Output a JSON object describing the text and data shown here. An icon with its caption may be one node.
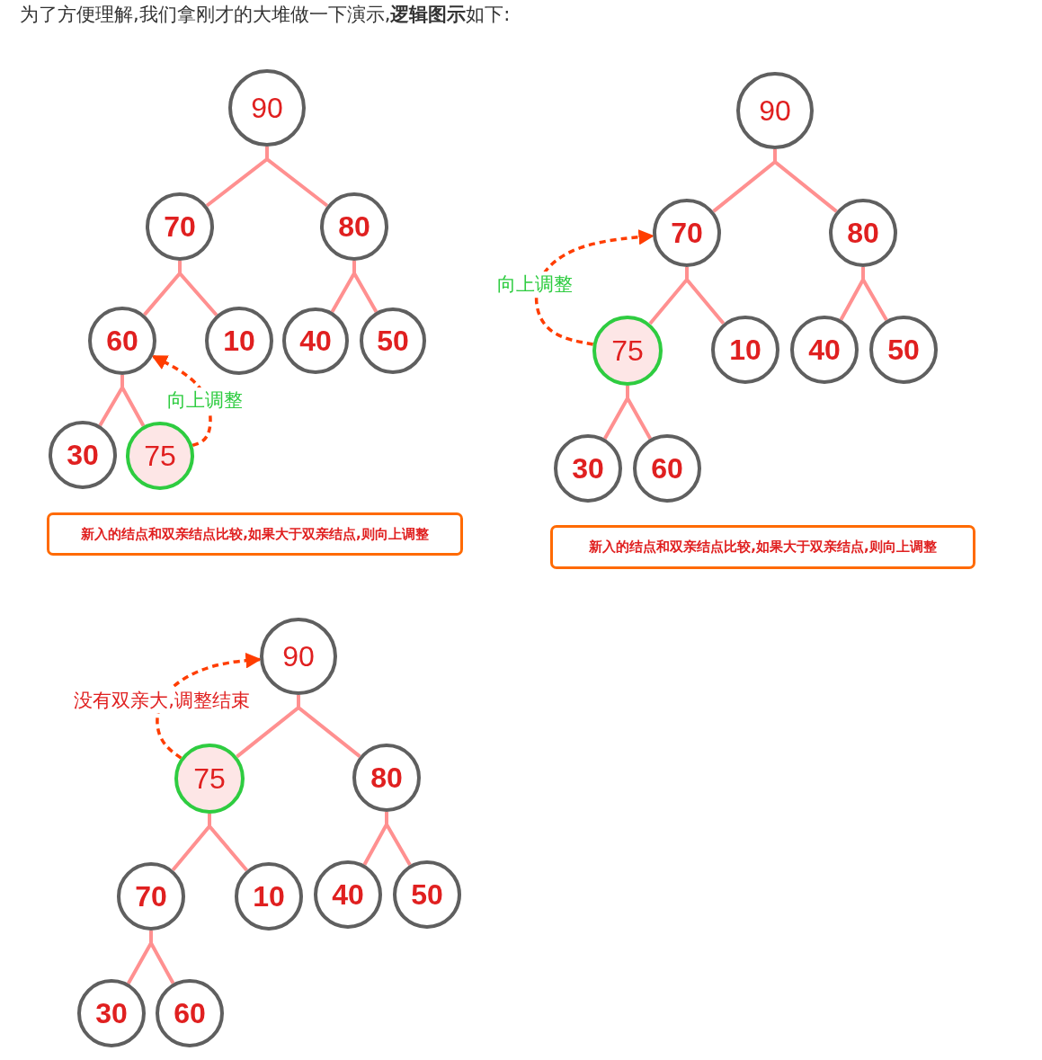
{
  "diagram": {
    "nodes": [
      {
        "text": [
          "90"
        ]
      },
      {
        "text": [
          "70"
        ]
      },
      {
        "text": [
          "80"
        ]
      },
      {
        "text": [
          "60"
        ]
      },
      {
        "text": [
          "10"
        ]
      },
      {
        "text": [
          "40"
        ]
      },
      {
        "text": [
          "50"
        ]
      },
      {
        "text": [
          "30"
        ]
      },
      {
        "text": [
          "75"
        ]
      },
      {
        "text": [
          "新入的结点和双亲结点比较,如果大于双亲结点,则向上调整"
        ]
      },
      {
        "text": [
          "90"
        ]
      },
      {
        "text": [
          "70"
        ]
      },
      {
        "text": [
          "80"
        ]
      },
      {
        "text": [
          "75"
        ]
      },
      {
        "text": [
          "10"
        ]
      },
      {
        "text": [
          "40"
        ]
      },
      {
        "text": [
          "50"
        ]
      },
      {
        "text": [
          "30"
        ]
      },
      {
        "text": [
          "60"
        ]
      },
      {
        "text": [
          "新入的结点和双亲结点比较,如果大于双亲结点,则向上调整"
        ]
      },
      {
        "text": [
          "90"
        ]
      },
      {
        "text": [
          "75"
        ]
      },
      {
        "text": [
          "80"
        ]
      },
      {
        "text": [
          "70"
        ]
      },
      {
        "text": [
          "10"
        ]
      },
      {
        "text": [
          "40"
        ]
      },
      {
        "text": [
          "50"
        ]
      },
      {
        "text": [
          "30"
        ]
      },
      {
        "text": [
          "60"
        ]
      }
    ],
    "edges": [
      {
        "from": 0,
        "to": 1,
        "arrow": "none"
      },
      {
        "from": 0,
        "to": 2,
        "arrow": "none"
      },
      {
        "from": 1,
        "to": 3,
        "arrow": "none"
      },
      {
        "from": 1,
        "to": 4,
        "arrow": "none"
      },
      {
        "from": 2,
        "to": 5,
        "arrow": "none"
      },
      {
        "from": 2,
        "to": 6,
        "arrow": "none"
      },
      {
        "from": 3,
        "to": 7,
        "arrow": "none"
      },
      {
        "from": 3,
        "to": 8,
        "arrow": "none"
      },
      {
        "from": 8,
        "to": 3,
        "arrow": "to",
        "label": "向上调整",
        "style": "dashed",
        "color": "#ff3d00"
      },
      {
        "from": 10,
        "to": 11,
        "arrow": "none"
      },
      {
        "from": 10,
        "to": 12,
        "arrow": "none"
      },
      {
        "from": 11,
        "to": 13,
        "arrow": "none"
      },
      {
        "from": 11,
        "to": 14,
        "arrow": "none"
      },
      {
        "from": 12,
        "to": 15,
        "arrow": "none"
      },
      {
        "from": 12,
        "to": 16,
        "arrow": "none"
      },
      {
        "from": 13,
        "to": 17,
        "arrow": "none"
      },
      {
        "from": 13,
        "to": 18,
        "arrow": "none"
      },
      {
        "from": 13,
        "to": 11,
        "arrow": "to",
        "label": "向上调整",
        "style": "dashed",
        "color": "#ff3d00"
      },
      {
        "from": 20,
        "to": 21,
        "arrow": "none"
      },
      {
        "from": 20,
        "to": 22,
        "arrow": "none"
      },
      {
        "from": 21,
        "to": 23,
        "arrow": "none"
      },
      {
        "from": 21,
        "to": 24,
        "arrow": "none"
      },
      {
        "from": 22,
        "to": 25,
        "arrow": "none"
      },
      {
        "from": 22,
        "to": 26,
        "arrow": "none"
      },
      {
        "from": 23,
        "to": 27,
        "arrow": "none"
      },
      {
        "from": 23,
        "to": 28,
        "arrow": "none"
      },
      {
        "from": 21,
        "to": 20,
        "arrow": "to",
        "label": "没有双亲大,调整结束",
        "style": "dashed",
        "color": "#ff3d00"
      }
    ],
    "labels": [
      "为了方便理解,我们拿刚才的大堆做一下演示,**逻辑图示**如下:"
    ]
  }
}
